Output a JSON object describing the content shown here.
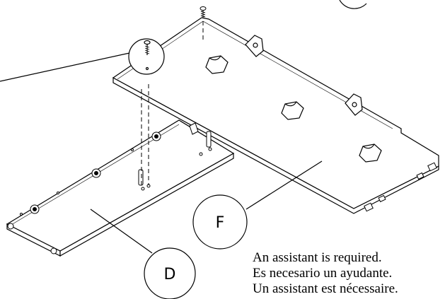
{
  "callouts": {
    "part_d": "D",
    "part_f": "F"
  },
  "note": {
    "en": "An assistant is required.",
    "es": "Es necesario un ayudante.",
    "fr": "Un assistant est nécessaire."
  },
  "colors": {
    "line": "#000000",
    "fill": "#ffffff"
  }
}
